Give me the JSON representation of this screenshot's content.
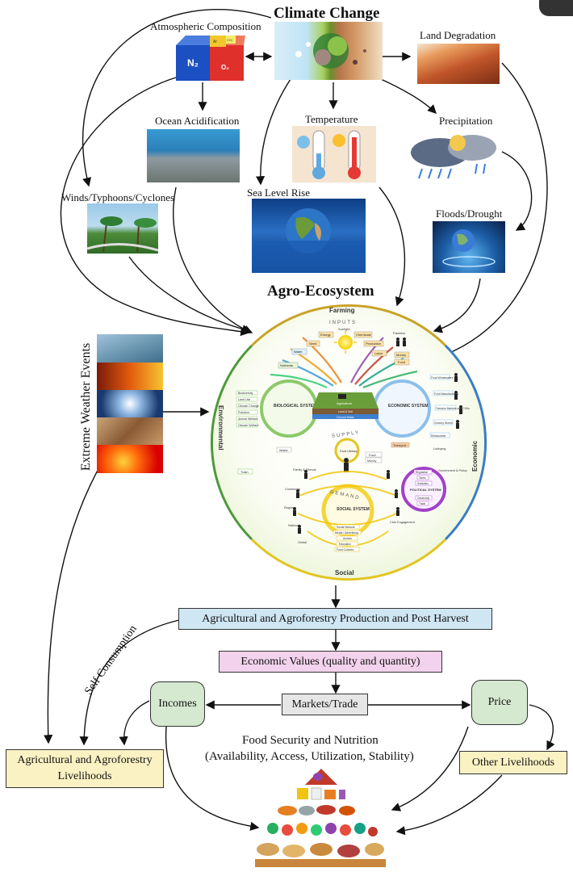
{
  "title": "Climate Change",
  "climate_factors": {
    "atmospheric": "Atmospheric Composition",
    "land": "Land Degradation",
    "ocean": "Ocean Acidification",
    "temperature": "Temperature",
    "precipitation": "Precipitation",
    "winds": "Winds/Typhoons/Cyclones",
    "sea_level": "Sea Level Rise",
    "floods": "Floods/Drought"
  },
  "cube_labels": {
    "n2": "N₂",
    "o2": "O₂",
    "ar": "Ar",
    "co2": "CO₂"
  },
  "agro_title": "Agro-Ecosystem",
  "weather_events": "Extreme Weather Events",
  "agro_circle": {
    "farming": "Farming",
    "inputs": "INPUTS",
    "economic_side": "Economic",
    "environmental_side": "Environmental",
    "social": "Social",
    "supply": "SUPPLY",
    "demand": "DEMAND",
    "biological": "BIOLOGICAL SYSTEM",
    "economic": "ECONOMIC SYSTEM",
    "social_system": "SOCIAL SYSTEM",
    "political": "POLITICAL SYSTEM",
    "agriculture": "Agriculture",
    "land_soil": "Land & Soil",
    "ground_water": "Ground Water",
    "food_literacy": "Food Literacy",
    "sunlight": "Sunlight",
    "energy": "Energy",
    "seed": "Seed",
    "water": "Water",
    "chemicals": "Chemicals",
    "production": "Production",
    "labor": "Labor",
    "money": "Money",
    "farmers": "Farmers",
    "nutrients": "Nutrients",
    "waste": "Waste",
    "trash": "Trash",
    "food": "Food",
    "transport": "Transport",
    "family": "Family & Friends",
    "community": "Community",
    "region": "Region",
    "national": "National",
    "global": "Global",
    "lobbying": "Lobbying",
    "civic": "Civic Engagement",
    "gov_policy": "Government & Policy",
    "bio_list": [
      "Biodiversity",
      "Land Use",
      "Climate Change",
      "Pollution",
      "Animal Welfare",
      "Climate Welfare"
    ],
    "econ_list": [
      "Food Wholesalers",
      "Food Manufacturers",
      "Farmers Markets and CSAs",
      "Grocery Stores",
      "Restaurants"
    ],
    "pol_list": [
      "Regulation",
      "Taxes",
      "Subsidies",
      "Ownership",
      "Trade"
    ],
    "social_list": [
      "Social Network",
      "Media / Advertising",
      "Access",
      "Education",
      "Food Cultures"
    ]
  },
  "flow": {
    "production": "Agricultural and Agroforestry Production and Post Harvest",
    "economic_values": "Economic Values (quality and quantity)",
    "markets": "Markets/Trade",
    "incomes": "Incomes",
    "price": "Price",
    "self_consumption": "Self Consumption",
    "livelihoods": "Agricultural and Agroforestry Livelihoods",
    "other_livelihoods": "Other Livelihoods",
    "food_security_title": "Food Security and Nutrition",
    "food_security_sub": "(Availability, Access, Utilization, Stability)"
  },
  "colors": {
    "production_box": "#cfe6f3",
    "economic_box": "#f2d2ec",
    "markets_box": "#e6e6e6",
    "rounded_box": "#d5e8d0",
    "livelihood_box": "#fbf2c4",
    "ring_farming": "#c9a227",
    "ring_economic": "#3b7cc7",
    "ring_environmental": "#4d9a3a",
    "ring_social": "#e2c522"
  }
}
